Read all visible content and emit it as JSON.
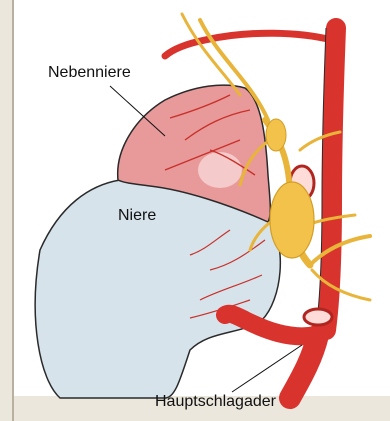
{
  "labels": {
    "nebenniere": "Nebenniere",
    "niere": "Niere",
    "hauptschlagader": "Hauptschlagader"
  },
  "colors": {
    "adrenal": "#e8999a",
    "kidney": "#d6e3ea",
    "artery": "#d9332e",
    "nerve": "#f2c24a",
    "frame": "#ebe7dd"
  }
}
